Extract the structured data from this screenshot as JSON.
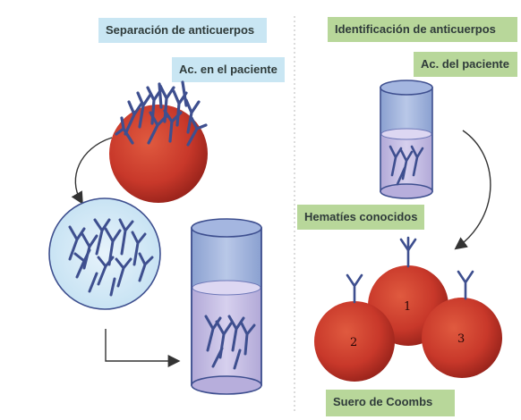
{
  "labels": {
    "separation_title": "Separación de anticuerpos",
    "patient_antibodies": "Ac. en el paciente",
    "identification_title": "Identificación de anticuerpos",
    "patient_antibody": "Ac. del paciente",
    "known_red_cells": "Hematíes conocidos",
    "coombs_serum": "Suero de Coombs"
  },
  "cell_numbers": [
    "1",
    "2",
    "3"
  ],
  "colors": {
    "label_blue": "#c9e6f3",
    "label_green": "#b8d79a",
    "red_cell": "#c8382a",
    "antibody": "#3e4f8f",
    "tube_fill": "#9fb3dc",
    "tube_liquid": "#c5bde3"
  },
  "icons": {
    "arrows": "curved-arrow",
    "antibody": "y-shaped-antibody"
  }
}
